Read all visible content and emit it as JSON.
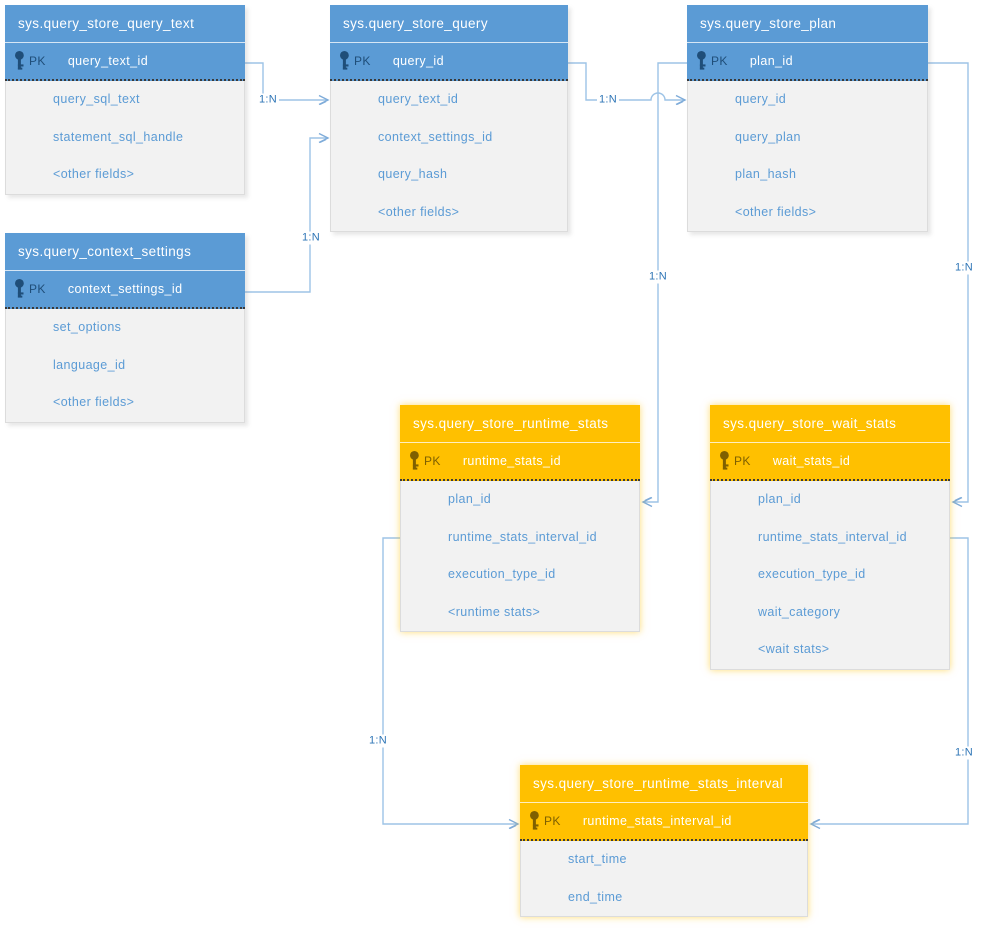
{
  "diagram": {
    "kind": "entity-relationship-diagram",
    "subject": "SQL Server Query Store catalog views"
  },
  "colors": {
    "blue_entity": "#5B9BD5",
    "blue_pk_glyph": "#1F4E79",
    "orange_entity": "#FFC000",
    "orange_pk_glyph": "#7F6000",
    "body_background": "#F2F2F2",
    "field_text": "#5B9BD5",
    "connector_line": "#9DC3E6",
    "relation_label_text": "#2E75B6"
  },
  "tables": [
    {
      "id": "query_text",
      "title": "sys.query_store_query_text",
      "color": "blue",
      "pk": {
        "label": "PK",
        "name": "query_text_id"
      },
      "fields": [
        "query_sql_text",
        "statement_sql_handle",
        "<other fields>"
      ]
    },
    {
      "id": "query",
      "title": "sys.query_store_query",
      "color": "blue",
      "pk": {
        "label": "PK",
        "name": "query_id"
      },
      "fields": [
        "query_text_id",
        "context_settings_id",
        "query_hash",
        "<other fields>"
      ]
    },
    {
      "id": "plan",
      "title": "sys.query_store_plan",
      "color": "blue",
      "pk": {
        "label": "PK",
        "name": "plan_id"
      },
      "fields": [
        "query_id",
        "query_plan",
        "plan_hash",
        "<other fields>"
      ]
    },
    {
      "id": "context_settings",
      "title": "sys.query_context_settings",
      "color": "blue",
      "pk": {
        "label": "PK",
        "name": "context_settings_id"
      },
      "fields": [
        "set_options",
        "language_id",
        "<other fields>"
      ]
    },
    {
      "id": "runtime_stats",
      "title": "sys.query_store_runtime_stats",
      "color": "orange",
      "pk": {
        "label": "PK",
        "name": "runtime_stats_id"
      },
      "fields": [
        "plan_id",
        "runtime_stats_interval_id",
        "execution_type_id",
        "<runtime stats>"
      ]
    },
    {
      "id": "wait_stats",
      "title": "sys.query_store_wait_stats",
      "color": "orange",
      "pk": {
        "label": "PK",
        "name": "wait_stats_id"
      },
      "fields": [
        "plan_id",
        "runtime_stats_interval_id",
        "execution_type_id",
        "wait_category",
        "<wait stats>"
      ]
    },
    {
      "id": "runtime_stats_interval",
      "title": "sys.query_store_runtime_stats_interval",
      "color": "orange",
      "pk": {
        "label": "PK",
        "name": "runtime_stats_interval_id"
      },
      "fields": [
        "start_time",
        "end_time"
      ]
    }
  ],
  "connectors": [
    {
      "from": "sys.query_store_query_text.query_text_id",
      "to": "sys.query_store_query.query_text_id",
      "label": "1:N"
    },
    {
      "from": "sys.query_context_settings.context_settings_id",
      "to": "sys.query_store_query.context_settings_id",
      "label": "1:N"
    },
    {
      "from": "sys.query_store_query.query_id",
      "to": "sys.query_store_plan.query_id",
      "label": "1:N"
    },
    {
      "from": "sys.query_store_plan.plan_id",
      "to": "sys.query_store_runtime_stats.plan_id",
      "label": "1:N"
    },
    {
      "from": "sys.query_store_plan.plan_id",
      "to": "sys.query_store_wait_stats.plan_id",
      "label": "1:N"
    },
    {
      "from": "sys.query_store_runtime_stats.runtime_stats_interval_id",
      "to": "sys.query_store_runtime_stats_interval.runtime_stats_interval_id",
      "label": "1:N"
    },
    {
      "from": "sys.query_store_wait_stats.runtime_stats_interval_id",
      "to": "sys.query_store_runtime_stats_interval.runtime_stats_interval_id",
      "label": "1:N"
    }
  ]
}
